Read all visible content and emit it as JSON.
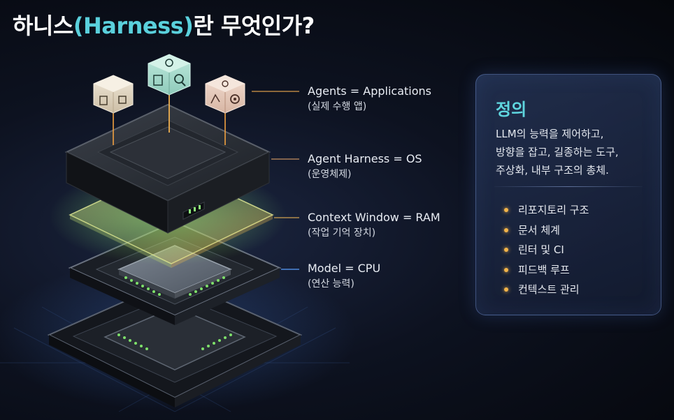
{
  "title": {
    "prefix": "하니스",
    "highlight": "(Harness)",
    "suffix": "란 무엇인가?"
  },
  "colors": {
    "accent_teal": "#5ad0dc",
    "bullet_orange": "#f2b44a",
    "glow_orange": "#f0a040",
    "glow_green": "#8ef07a",
    "glow_blue": "#5aa0ff"
  },
  "layers": [
    {
      "main": "Agents = Applications",
      "sub": "(실제 수행 앱)"
    },
    {
      "main": "Agent Harness = OS",
      "sub": "(운영체제)"
    },
    {
      "main": "Context Window = RAM",
      "sub": "(작업 기억 장치)"
    },
    {
      "main": "Model = CPU",
      "sub": "(연산 능력)"
    }
  ],
  "agent_icons": [
    "document-icon",
    "search-document-icon",
    "gear-workflow-icon"
  ],
  "panel": {
    "heading": "정의",
    "description": [
      "LLM의 능력을 제어하고,",
      "방향을 잡고, 길종하는 도구,",
      "주상화, 내부 구조의 총체."
    ],
    "items": [
      "리포지토리 구조",
      "문서 체계",
      "린터 및 CI",
      "피드백 루프",
      "컨텍스트 관리"
    ]
  }
}
